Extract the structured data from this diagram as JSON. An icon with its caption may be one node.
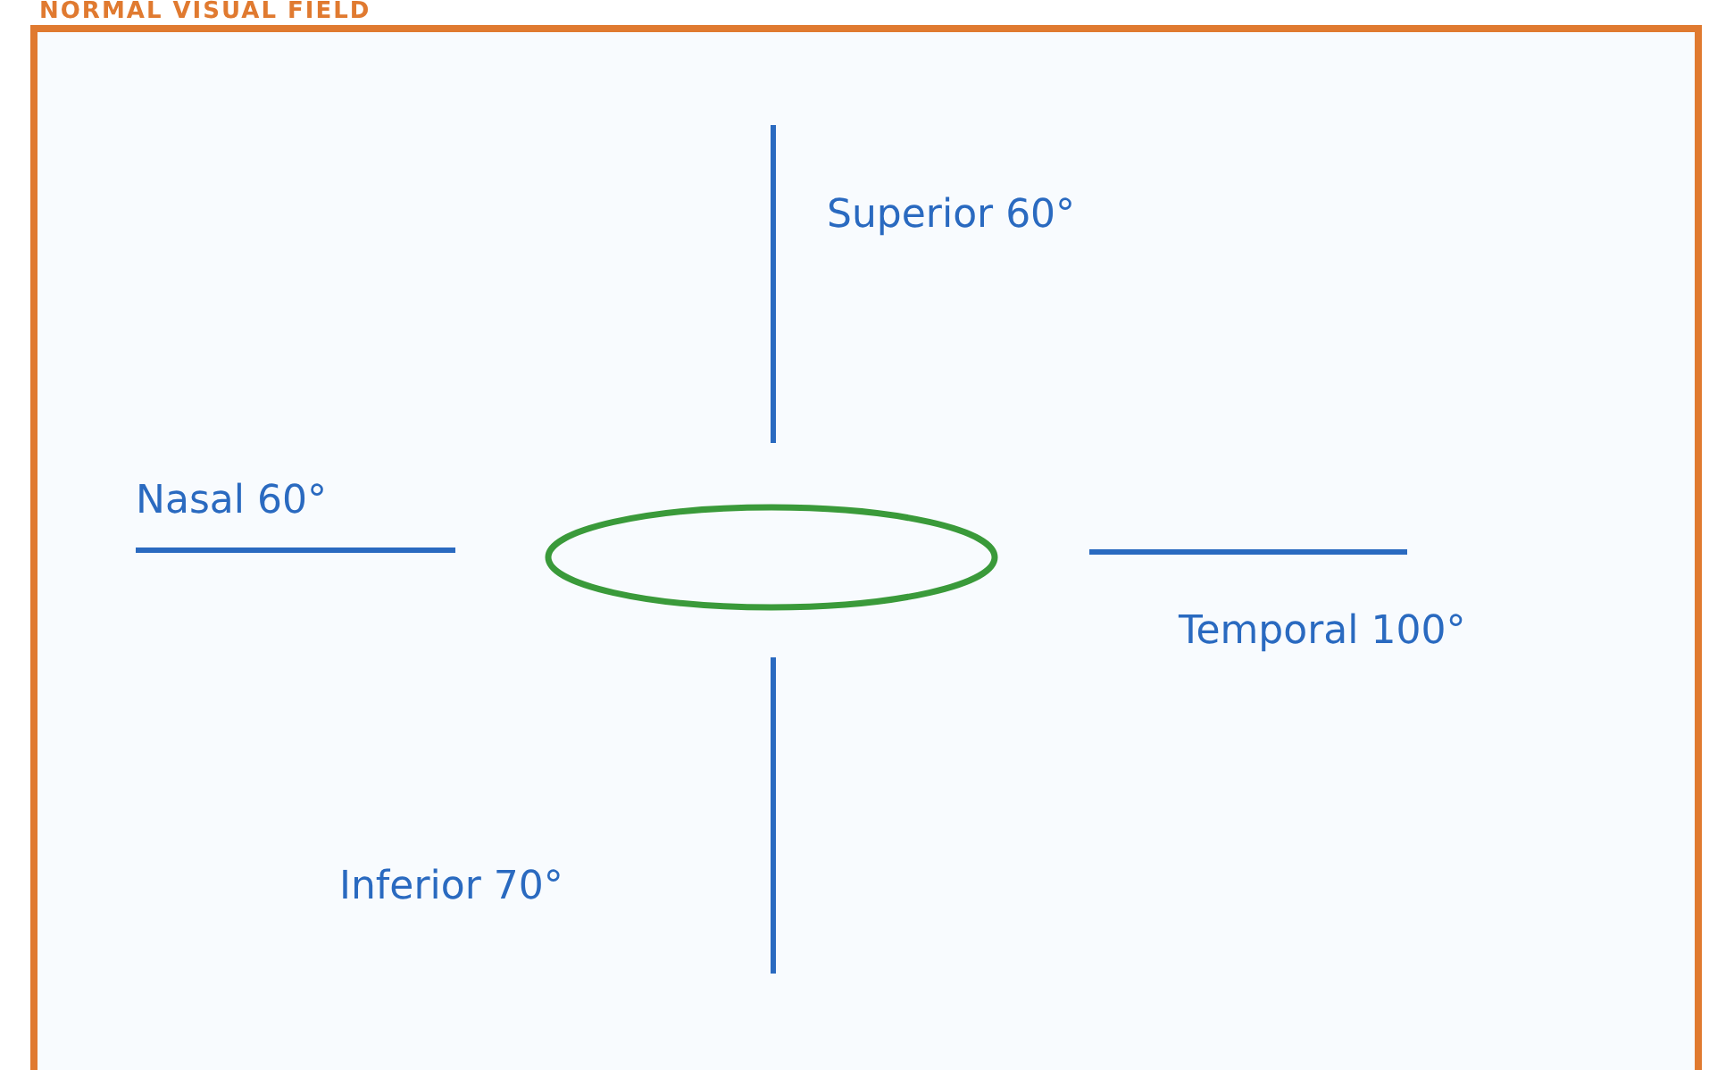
{
  "diagram": {
    "title": "NORMAL VISUAL FIELD",
    "nodes": [
      {
        "text": [],
        "shape": "ellipse"
      }
    ],
    "labels": [
      "Superior 60°",
      "Nasal 60°",
      "Temporal 100°",
      "Inferior 70°"
    ]
  }
}
